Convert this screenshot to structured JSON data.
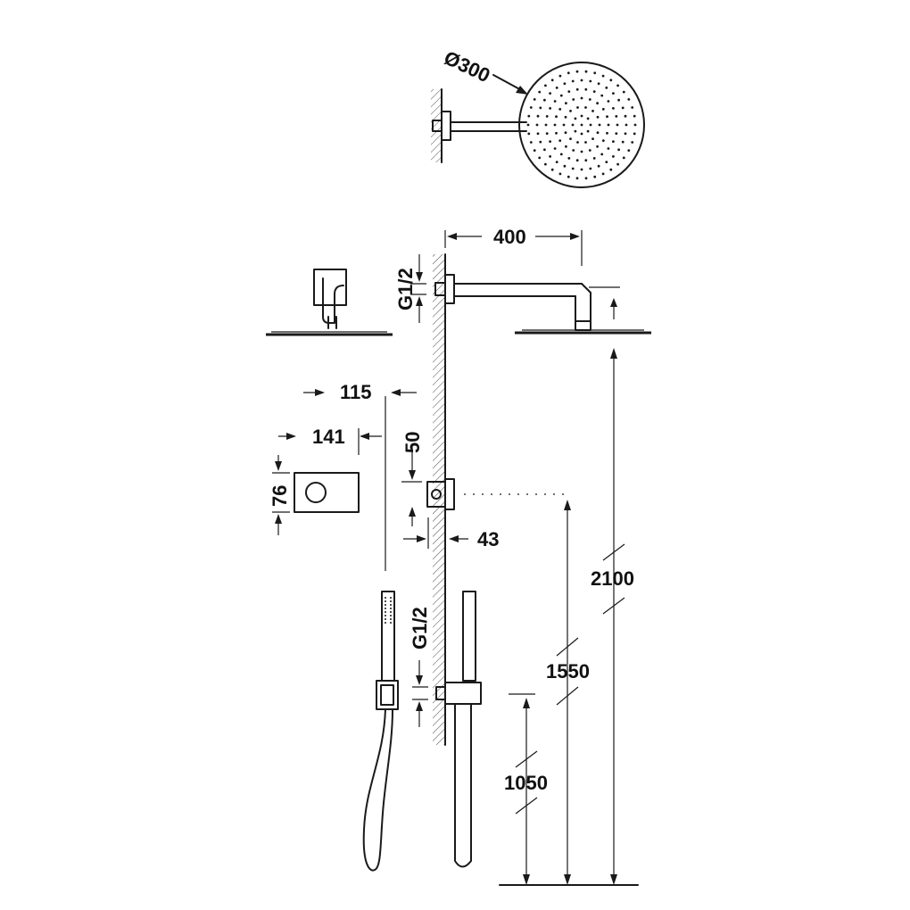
{
  "dimensions": {
    "head_diameter": "Ø300",
    "arm_length": "400",
    "thread_top": "G1/2",
    "thread_bottom": "G1/2",
    "width_115": "115",
    "width_141": "141",
    "height_76": "76",
    "offset_50": "50",
    "depth_43": "43",
    "height_2100": "2100",
    "height_1550": "1550",
    "height_1050": "1050"
  },
  "colors": {
    "line": "#1a1a1a",
    "background": "#ffffff"
  }
}
